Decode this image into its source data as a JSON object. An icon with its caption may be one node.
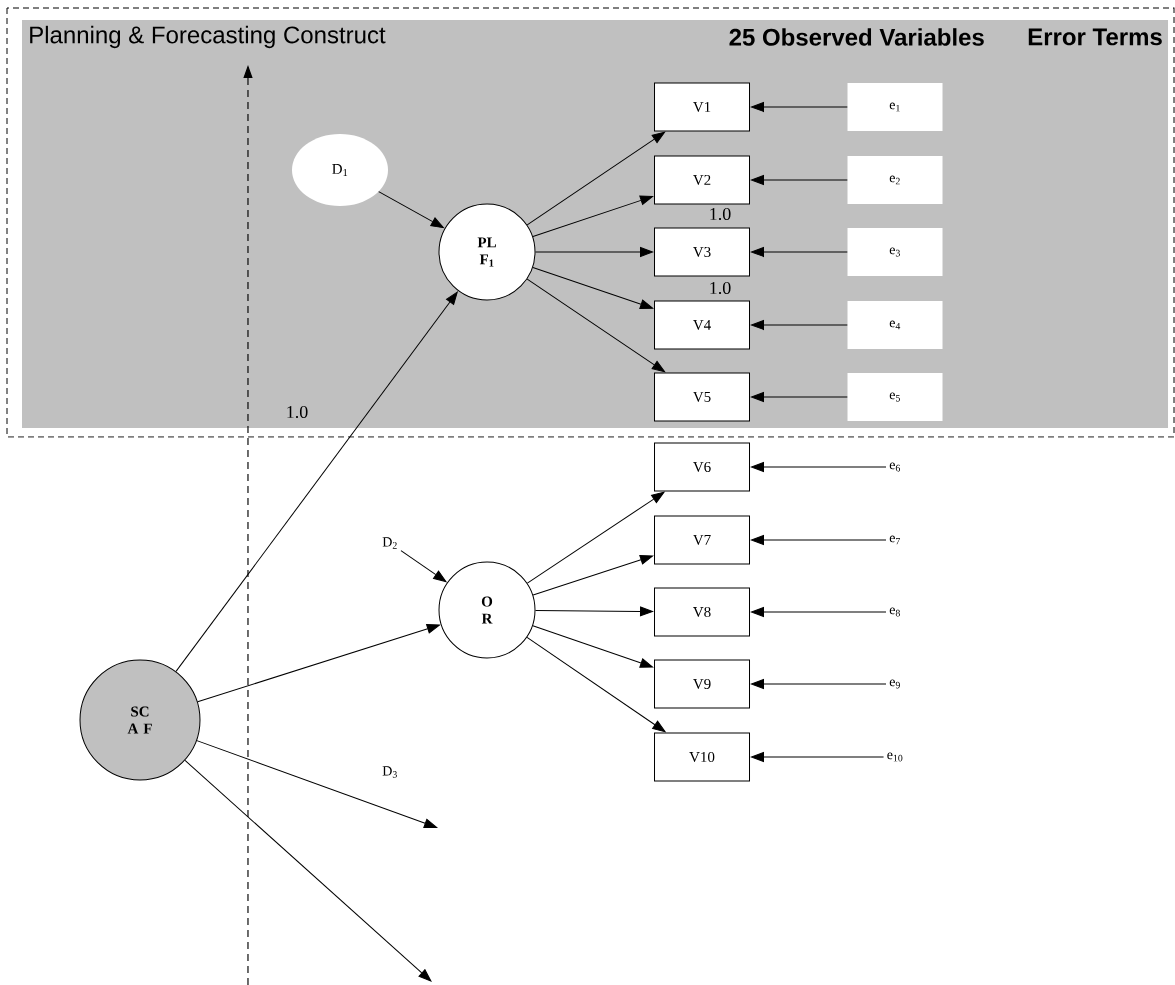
{
  "diagram": {
    "nodes": [
      {
        "text": [
          "Planning &  Forecasting Construct",
          "25 Observed Variables",
          "Error Terms"
        ]
      },
      {
        "text": [
          "D$_{1}$"
        ],
        "in": 0
      },
      {
        "text": [
          "PL F$_{1}$"
        ],
        "in": 0
      },
      {
        "text": [
          "V1"
        ],
        "in": 0
      },
      {
        "text": [
          "V2"
        ],
        "in": 0
      },
      {
        "text": [
          "V3"
        ],
        "in": 0
      },
      {
        "text": [
          "V4"
        ],
        "in": 0
      },
      {
        "text": [
          "V5"
        ],
        "in": 0
      },
      {
        "text": [
          "e$_{1}$"
        ],
        "in": 0
      },
      {
        "text": [
          "e$_{2}$"
        ],
        "in": 0
      },
      {
        "text": [
          "e$_{3}$"
        ],
        "in": 0
      },
      {
        "text": [
          "e$_{4}$"
        ],
        "in": 0
      },
      {
        "text": [
          "e$_{5}$"
        ],
        "in": 0
      },
      {
        "text": [
          "SC A F"
        ]
      },
      {
        "text": [
          "D$_{2}$"
        ]
      },
      {
        "text": [
          "O R"
        ]
      },
      {
        "text": [
          "V6"
        ]
      },
      {
        "text": [
          "V7"
        ]
      },
      {
        "text": [
          "V8"
        ]
      },
      {
        "text": [
          "V9"
        ]
      },
      {
        "text": [
          "V10"
        ]
      },
      {
        "text": [
          "e$_{6}$"
        ]
      },
      {
        "text": [
          "e$_{7}$"
        ]
      },
      {
        "text": [
          "e$_{8}$"
        ]
      },
      {
        "text": [
          "e$_{9}$"
        ]
      },
      {
        "text": [
          "e$_{10}$"
        ]
      },
      {
        "text": [
          "D$_{3}$"
        ]
      }
    ],
    "edges": [
      {
        "from": 1,
        "to": 2,
        "arrow": "to"
      },
      {
        "from": 13,
        "to": 2,
        "arrow": "to",
        "label": "1.0"
      },
      {
        "from": 2,
        "to": 3,
        "arrow": "to"
      },
      {
        "from": 2,
        "to": 4,
        "arrow": "to"
      },
      {
        "from": 2,
        "to": 5,
        "arrow": "to"
      },
      {
        "from": 2,
        "to": 6,
        "arrow": "to"
      },
      {
        "from": 2,
        "to": 7,
        "arrow": "to"
      },
      {
        "from": 8,
        "to": 3,
        "arrow": "to"
      },
      {
        "from": 9,
        "to": 4,
        "arrow": "to"
      },
      {
        "from": 10,
        "to": 5,
        "arrow": "to"
      },
      {
        "from": 11,
        "to": 6,
        "arrow": "to"
      },
      {
        "from": 12,
        "to": 7,
        "arrow": "to"
      },
      {
        "from": 13,
        "to": 15,
        "arrow": "to"
      },
      {
        "from": 14,
        "to": 15,
        "arrow": "to"
      },
      {
        "from": 15,
        "to": 16,
        "arrow": "to"
      },
      {
        "from": 15,
        "to": 17,
        "arrow": "to"
      },
      {
        "from": 15,
        "to": 18,
        "arrow": "to"
      },
      {
        "from": 15,
        "to": 19,
        "arrow": "to"
      },
      {
        "from": 15,
        "to": 20,
        "arrow": "to"
      },
      {
        "from": 21,
        "to": 16,
        "arrow": "to"
      },
      {
        "from": 22,
        "to": 17,
        "arrow": "to"
      },
      {
        "from": 23,
        "to": 18,
        "arrow": "to"
      },
      {
        "from": 24,
        "to": 19,
        "arrow": "to"
      },
      {
        "from": 25,
        "to": 20,
        "arrow": "to"
      },
      {
        "from": 13,
        "to": null,
        "arrow": "to"
      },
      {
        "from": 13,
        "to": null,
        "arrow": "to"
      }
    ],
    "labels": [
      "1.0",
      "1.0"
    ]
  }
}
